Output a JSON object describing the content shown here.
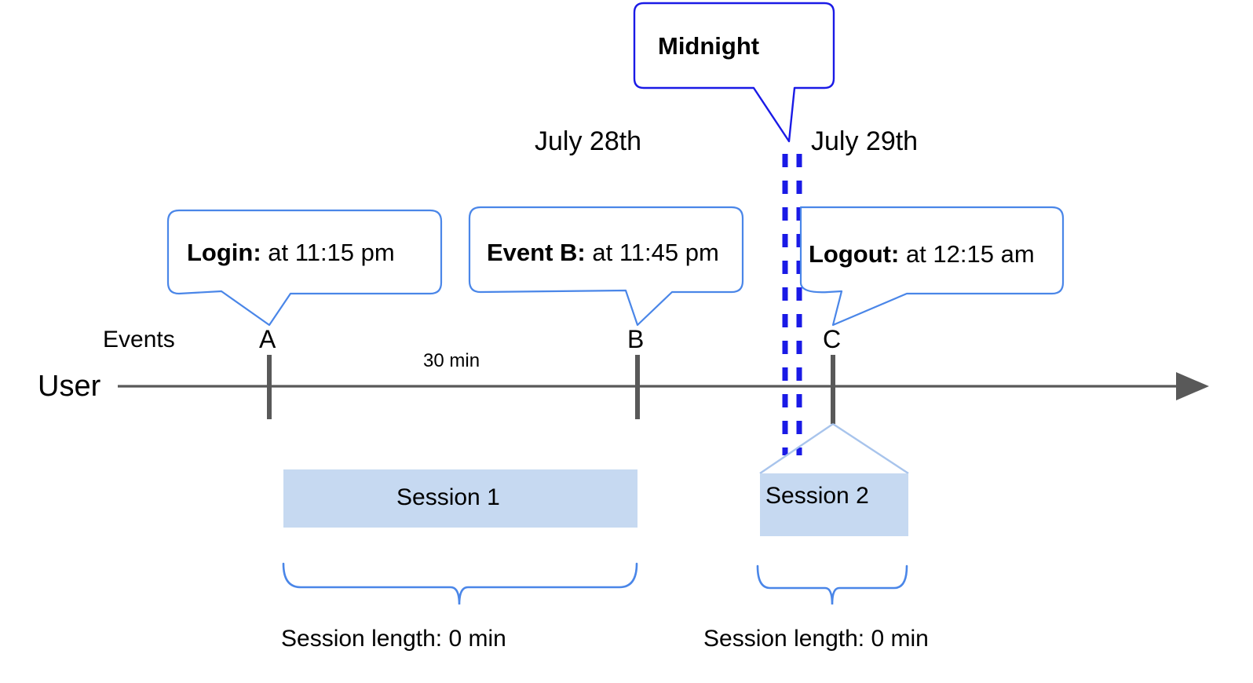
{
  "diagram": {
    "title_callout": {
      "label": "Midnight"
    },
    "dates": [
      {
        "label": "July 28th"
      },
      {
        "label": "July 29th"
      }
    ],
    "event_callouts": [
      {
        "bold": "Login:",
        "rest": " at 11:15 pm"
      },
      {
        "bold": "Event B:",
        "rest": " at 11:45 pm"
      },
      {
        "bold": "Logout:",
        "rest": " at 12:15 am"
      }
    ],
    "row_labels": {
      "events": "Events",
      "user": "User"
    },
    "event_markers": [
      {
        "letter": "A"
      },
      {
        "letter": "B"
      },
      {
        "letter": "C"
      }
    ],
    "gap_label": "30 min",
    "sessions": [
      {
        "name": "Session 1",
        "length_label": "Session length: 0 min"
      },
      {
        "name": "Session 2",
        "length_label": "Session length: 0 min"
      }
    ],
    "colors": {
      "midnight_blue": "#1A1AE6",
      "callout_blue": "#4A86E8",
      "session_fill": "#C6D9F1",
      "axis_gray": "#595959",
      "connector_blue": "#A8C4EC"
    }
  }
}
